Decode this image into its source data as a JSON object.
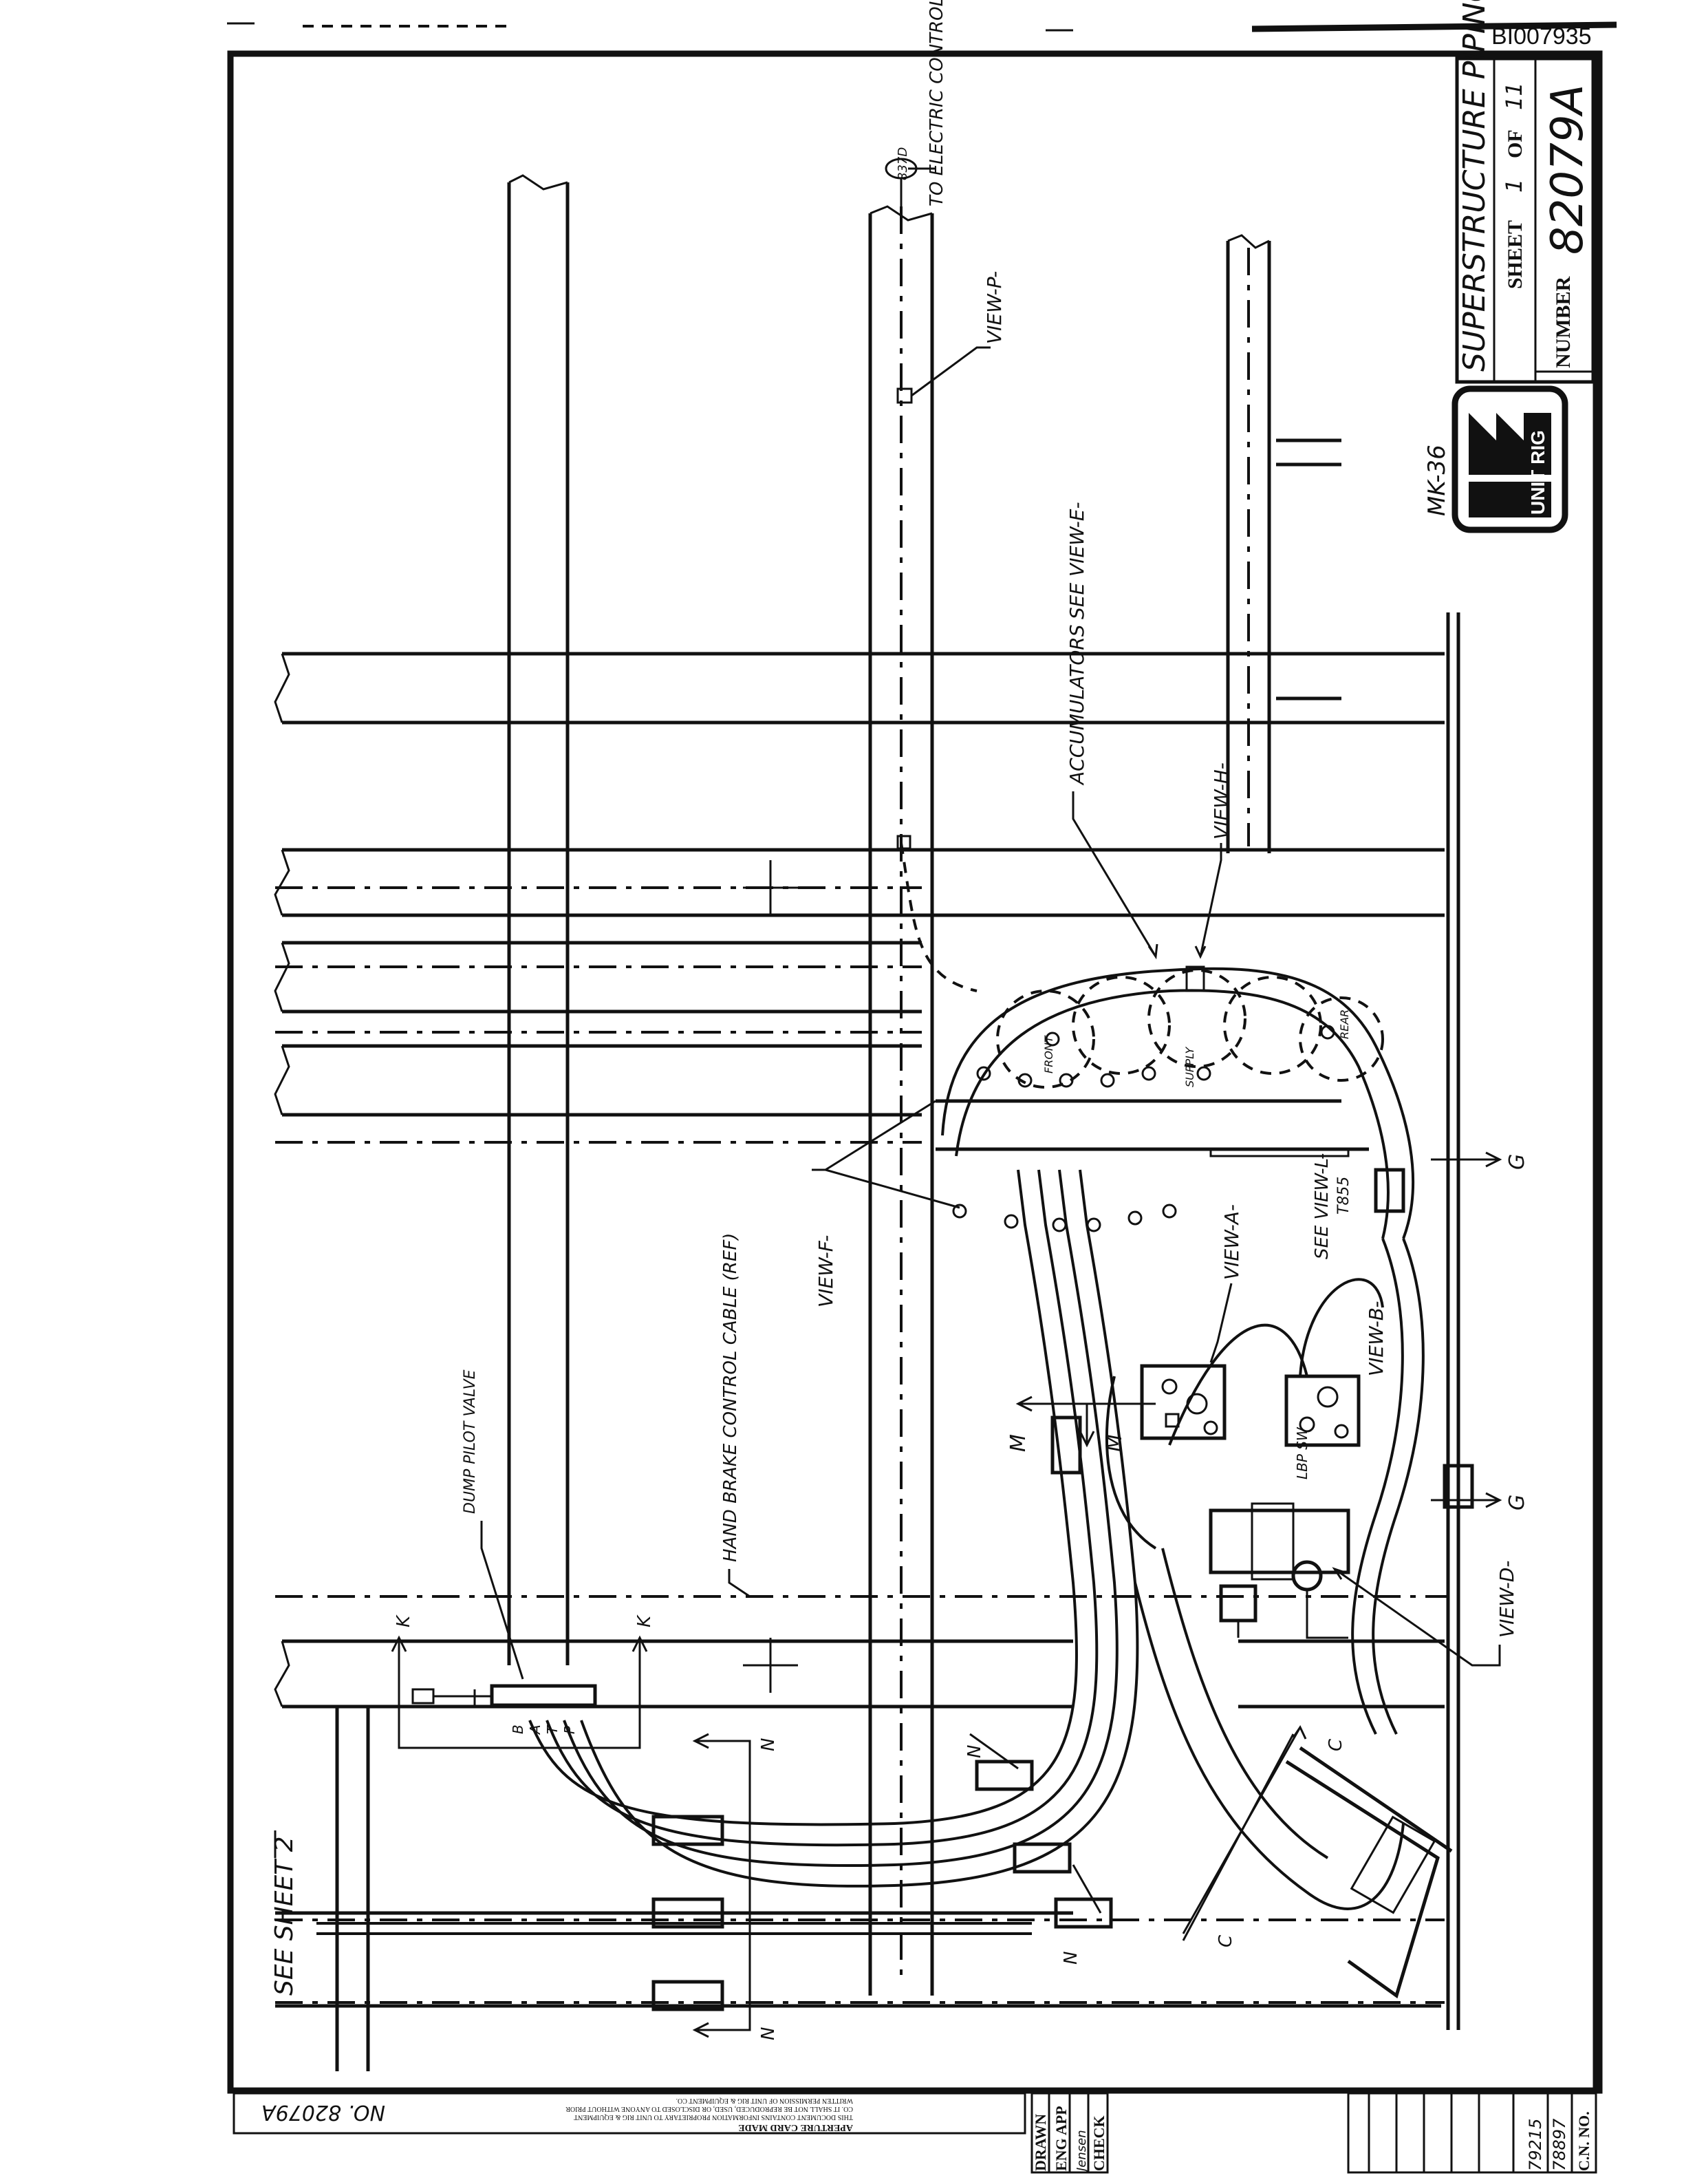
{
  "doc_id": "BI007935",
  "title_block": {
    "title": "SUPERSTRUCTURE PIPING",
    "sheet_label": "SHEET",
    "sheet_no": "1",
    "of_label": "OF",
    "sheet_total": "11",
    "number_label": "NUMBER",
    "number": "82079A",
    "model": "MK-36",
    "logo_text": "UNIT RIG"
  },
  "labels": {
    "see_sheet_2": "SEE SHEET 2",
    "electric_box": "TO ELECTRIC CONTROL BOX (AIR SUPPLY)",
    "bubble": "837D",
    "view_p": "VIEW-P-",
    "accumulators": "ACCUMULATORS",
    "see_view_e": "SEE VIEW-E-",
    "view_h": "VIEW-H-",
    "view_f": "VIEW-F-",
    "see_view_l": "SEE VIEW-L-",
    "view_l_ref": "T855",
    "view_a": "VIEW-A-",
    "view_b": "VIEW-B-",
    "view_d": "VIEW-D-",
    "hand_brake": "HAND BRAKE CONTROL CABLE (REF)",
    "dump_valve": "DUMP PILOT VALVE",
    "lbp_sw": "LBP SW",
    "front": "FRONT",
    "rear": "REAR",
    "supply": "SUPPLY",
    "valve_letters": [
      "B",
      "A",
      "T",
      "P"
    ]
  },
  "section_marks": [
    "G",
    "G",
    "M",
    "M",
    "K",
    "K",
    "N",
    "N",
    "N",
    "N",
    "C",
    "C"
  ],
  "aperture": {
    "line1": "APERTURE CARD MADE",
    "line2": "THIS DOCUMENT CONTAINS INFORMATION PROPRIETARY TO UNIT RIG & EQUIPMENT",
    "line3": "CO. IT SHALL NOT BE REPRODUCED, USED, OR DISCLOSED TO ANYONE WITHOUT PRIOR",
    "line4": "WRITTEN PERMISSION OF UNIT RIG & EQUIPMENT CO.",
    "no_label": "NO. 82079A"
  },
  "revision_block": {
    "drawn": "DRAWN",
    "eng_app": "ENG APP",
    "check": "CHECK",
    "name": "Jensen",
    "ref1": "79215",
    "ref2": "78897",
    "cn_no": "C.N. NO."
  }
}
